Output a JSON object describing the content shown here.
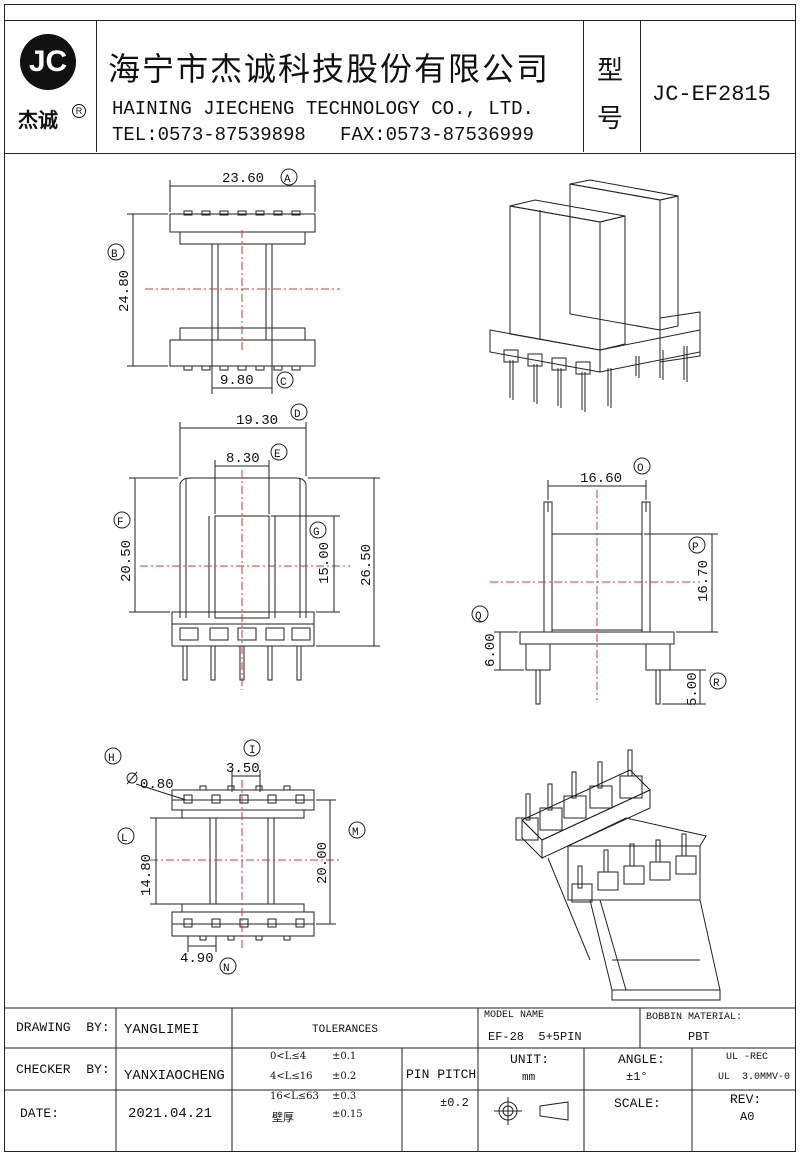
{
  "header": {
    "logo_text": "JC",
    "logo_sub": "杰诚",
    "logo_reg": "R",
    "company_cn": "海宁市杰诚科技股份有限公司",
    "company_en": "HAINING JIECHENG TECHNOLOGY CO., LTD.",
    "contact": "TEL:0573-87539898   FAX:0573-87536999",
    "type_label_1": "型",
    "type_label_2": "号",
    "model_code": "JC-EF2815"
  },
  "dims": {
    "a": "23.60",
    "a_tag": "A",
    "b": "24.80",
    "b_tag": "B",
    "c": "9.80",
    "c_tag": "C",
    "d": "19.30",
    "d_tag": "D",
    "e": "8.30",
    "e_tag": "E",
    "f": "20.50",
    "f_tag": "F",
    "g": "15.00",
    "g_tag": "G",
    "h_total": "26.50",
    "h_tag": "H",
    "h_val": "0.80",
    "i_tag": "I",
    "i_val": "3.50",
    "l_tag": "L",
    "l_val": "14.80",
    "m_tag": "M",
    "m_val": "20.00",
    "n_tag": "N",
    "n_val": "4.90",
    "o_tag": "O",
    "o_val": "16.60",
    "p_tag": "P",
    "p_val": "16.70",
    "q_tag": "Q",
    "q_val": "6.00",
    "r_tag": "R",
    "r_val": "5.00"
  },
  "title_block": {
    "drawing_by_label": "DRAWING  BY:",
    "drawing_by": "YANGLIMEI",
    "checker_by_label": "CHECKER  BY:",
    "checker_by": "YANXIAOCHENG",
    "date_label": "DATE:",
    "date": "2021.04.21",
    "tolerances_label": "TOLERANCES",
    "tol_1_range": "0<L≤4",
    "tol_1_val": "±0.1",
    "tol_2_range": "4<L≤16",
    "tol_2_val": "±0.2",
    "tol_3_range": "16<L≤63",
    "tol_3_val": "±0.3",
    "tol_4_range": "壁厚",
    "tol_4_val": "±0.15",
    "pin_pitch_label": "PIN PITCH",
    "pin_pitch": "±0.2",
    "model_name_label": "MODEL NAME",
    "model_name": "EF-28  5+5PIN",
    "bobbin_material_label": "BOBBIN MATERIAL:",
    "bobbin_material": "PBT",
    "unit_label": "UNIT:",
    "unit": "mm",
    "angle_label": "ANGLE:",
    "angle": "±1°",
    "ul_1": "UL -REC",
    "ul_2": "UL  3.0MMV-0",
    "scale_label": "SCALE:",
    "rev_label": "REV:",
    "rev": "A0"
  }
}
